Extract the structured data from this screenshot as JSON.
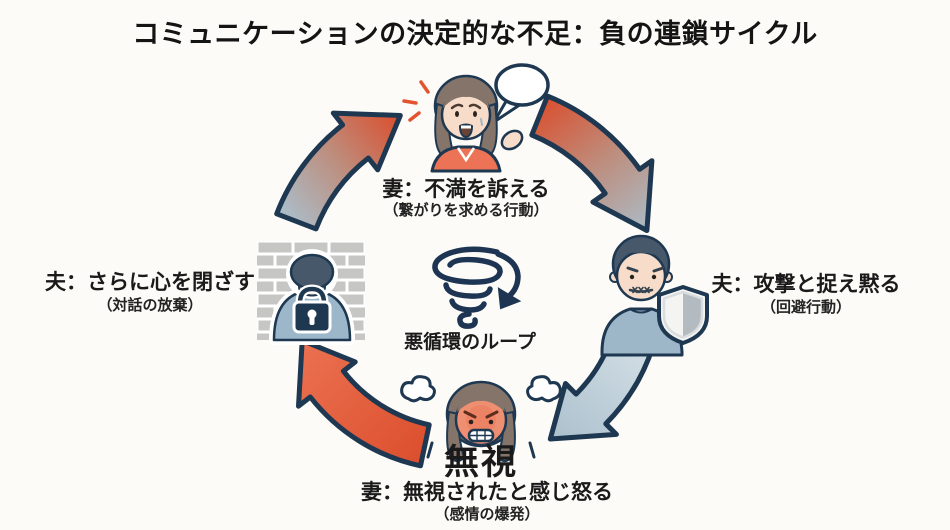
{
  "title": "コミュニケーションの決定的な不足：負の連鎖サイクル",
  "center": {
    "label": "悪循環のループ",
    "icon": "tornado-spiral-icon"
  },
  "stages": {
    "top": {
      "label": "妻：不満を訴える",
      "sublabel": "（繋がりを求める行動）",
      "icon": "wife-complaining-illustration"
    },
    "right": {
      "label": "夫：攻撃と捉え黙る",
      "sublabel": "（回避行動）",
      "icon": "husband-with-shield-illustration"
    },
    "bottom": {
      "emphasis": "無視",
      "label": "妻：無視されたと感じ怒る",
      "sublabel": "（感情の爆発）",
      "icon": "angry-wife-illustration"
    },
    "left": {
      "label": "夫：さらに心を閉ざす",
      "sublabel": "（対話の放棄）",
      "icon": "husband-behind-brick-wall-illustration"
    }
  },
  "colors": {
    "background": "#fcfbf7",
    "outline": "#1e3852",
    "red_strong": "#db4e2d",
    "red_mid": "#eb7150",
    "red_light": "#f4a58c",
    "bluegray": "#aabfcc",
    "bluegray_light": "#d7e2e8",
    "mix_mauve": "#bd8e7e",
    "text": "#1a1a1a",
    "accent_marks": "#e2532f"
  }
}
